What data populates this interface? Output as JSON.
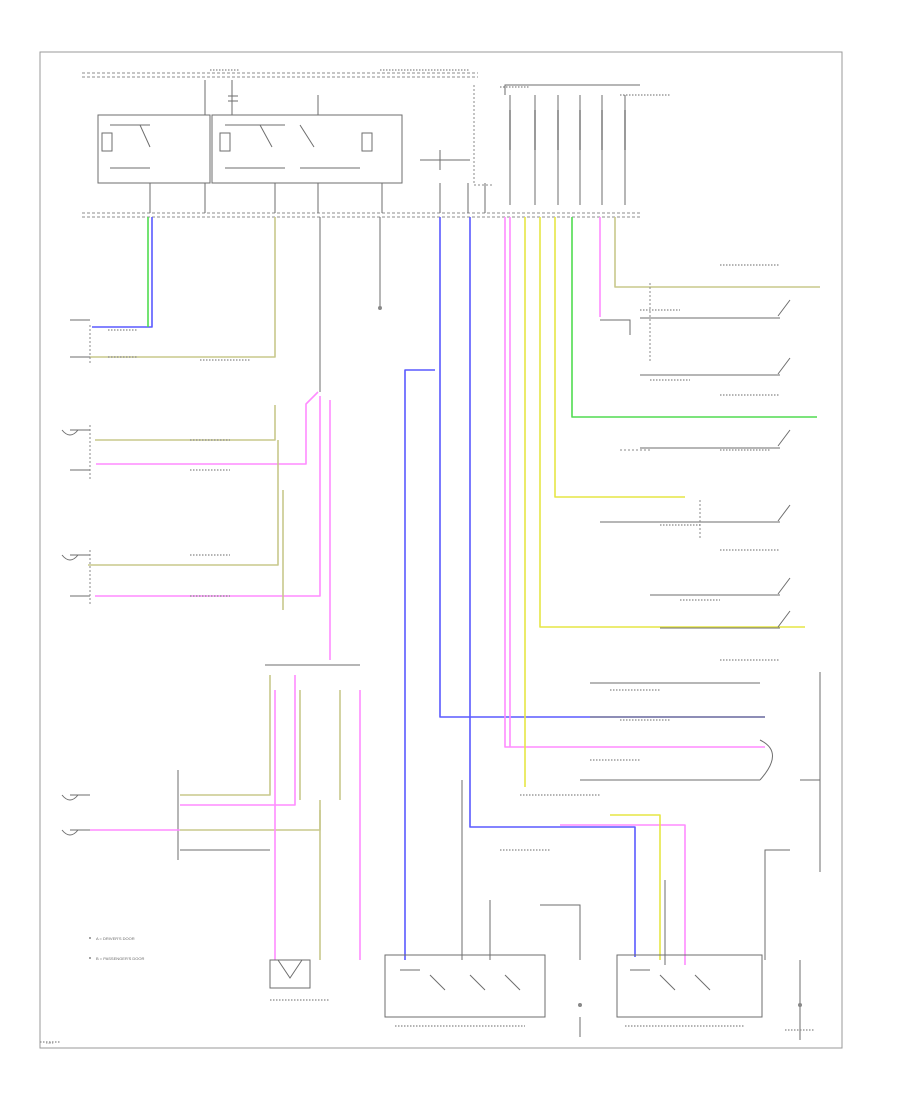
{
  "diagram": {
    "page_number": "1 of 1",
    "colors": {
      "blue": "#5a5aff",
      "magenta": "#ff8cff",
      "yellow": "#e6e645",
      "green": "#50dc50",
      "olive": "#c8c88c",
      "grey": "#6e6e6e",
      "frame": "#9a9a9a"
    },
    "legend": [
      {
        "label": "A = DRIVER'S DOOR"
      },
      {
        "label": "B = PASSENGER'S DOOR"
      }
    ]
  }
}
